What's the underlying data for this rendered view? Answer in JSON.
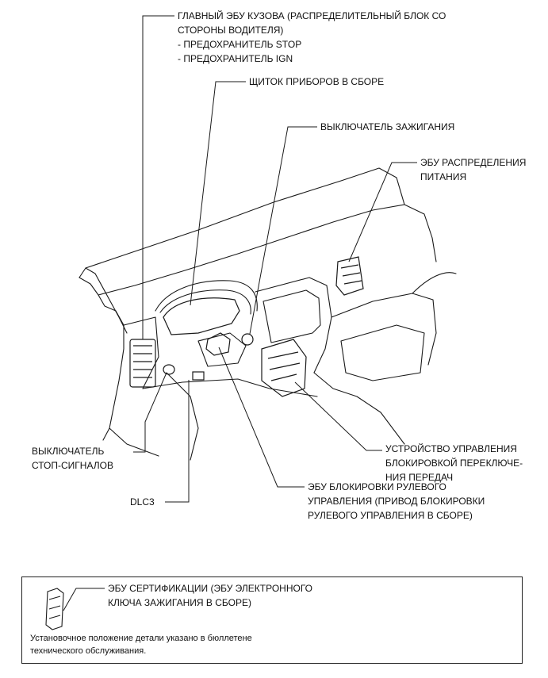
{
  "labels": {
    "body_ecu_title": "ГЛАВНЫЙ ЭБУ КУЗОВА (РАСПРЕДЕЛИТЕЛЬНЫЙ БЛОК СО\nСТОРОНЫ ВОДИТЕЛЯ)",
    "fuse_stop": "- ПРЕДОХРАНИТЕЛЬ STOP",
    "fuse_ign": "- ПРЕДОХРАНИТЕЛЬ IGN",
    "combination_meter": "ЩИТОК ПРИБОРОВ В СБОРЕ",
    "ignition_switch": "ВЫКЛЮЧАТЕЛЬ ЗАЖИГАНИЯ",
    "power_distribution_ecu": "ЭБУ РАСПРЕДЕЛЕНИЯ\nПИТАНИЯ",
    "stop_lamp_switch": "ВЫКЛЮЧАТЕЛЬ\nСТОП-СИГНАЛОВ",
    "shift_lock": "УСТРОЙСТВО УПРАВЛЕНИЯ\nБЛОКИРОВКОЙ ПЕРЕКЛЮЧЕ-\nНИЯ ПЕРЕДАЧ",
    "steering_lock_ecu": "ЭБУ БЛОКИРОВКИ РУЛЕВОГО\nУПРАВЛЕНИЯ (ПРИВОД БЛОКИРОВКИ\nРУЛЕВОГО УПРАВЛЕНИЯ В СБОРЕ)",
    "dlc3": "DLC3"
  },
  "inset": {
    "certification_ecu": "ЭБУ СЕРТИФИКАЦИИ (ЭБУ ЭЛЕКТРОННОГО\nКЛЮЧА ЗАЖИГАНИЯ В СБОРЕ)",
    "note_line1": "Установочное положение детали указано в бюллетене",
    "note_line2": "технического обслуживания."
  }
}
